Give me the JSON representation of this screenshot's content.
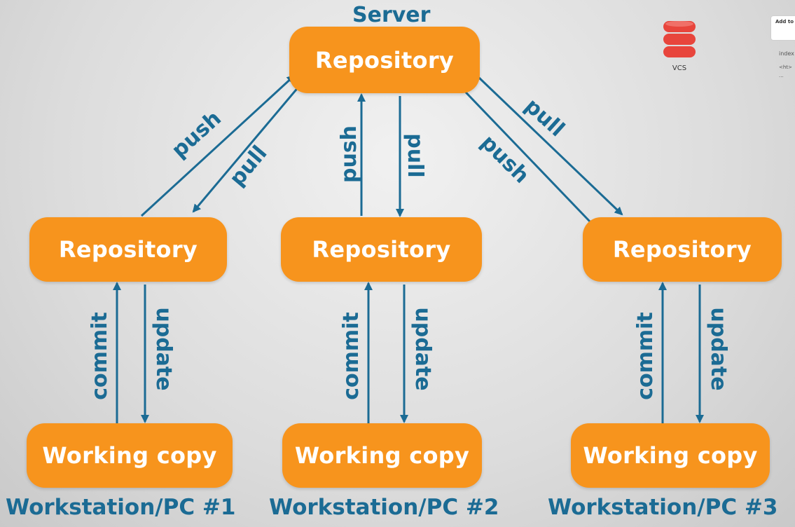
{
  "server_caption": "Server",
  "nodes": {
    "server_repo": "Repository",
    "repo_1": "Repository",
    "repo_2": "Repository",
    "repo_3": "Repository",
    "wc_1": "Working copy",
    "wc_2": "Working copy",
    "wc_3": "Working copy"
  },
  "workstations": [
    "Workstation/PC #1",
    "Workstation/PC #2",
    "Workstation/PC #3"
  ],
  "edges": {
    "push_1": "push",
    "pull_1": "pull",
    "push_2": "push",
    "pull_2": "pull",
    "push_3": "push",
    "pull_3": "pull",
    "commit_1": "commit",
    "update_1": "update",
    "commit_2": "commit",
    "update_2": "update",
    "commit_3": "commit",
    "update_3": "update"
  },
  "vcs_icon": {
    "label": "VCS",
    "icon": "database-stack-icon",
    "color": "#e8453c"
  },
  "corner_panel": {
    "card_text": "Add to in",
    "file_label": "index",
    "snippet": "<ht>",
    "ellipsis": "..."
  },
  "colors": {
    "node_fill": "#f7941d",
    "arrow": "#1b6b94",
    "caption": "#1b6b94"
  }
}
